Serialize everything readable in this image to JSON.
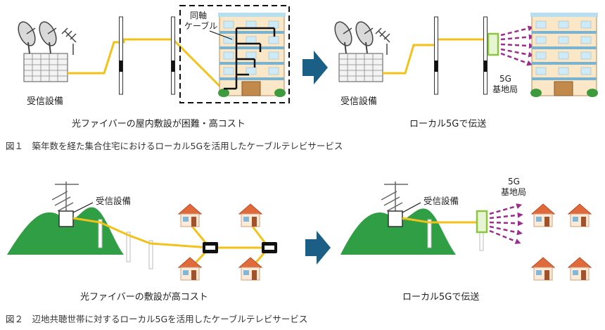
{
  "figure1": {
    "left": {
      "receiver_label": "受信設備",
      "coax_label_line1": "同軸",
      "coax_label_line2": "ケーブル",
      "caption": "光ファイバーの屋内敷設が困難・高コスト"
    },
    "right": {
      "receiver_label": "受信設備",
      "base_station_line1": "5G",
      "base_station_line2": "基地局",
      "caption": "ローカル5Gで伝送"
    },
    "figure_caption": "図１　築年数を経た集合住宅におけるローカル5Gを活用したケーブルテレビサービス"
  },
  "figure2": {
    "left": {
      "receiver_label": "受信設備",
      "caption": "光ファイバーの敷設が高コスト"
    },
    "right": {
      "receiver_label": "受信設備",
      "base_station_line1": "5G",
      "base_station_line2": "基地局",
      "caption": "ローカル5Gで伝送"
    },
    "figure_caption": "図２　辺地共聴世帯に対するローカル5Gを活用したケーブルテレビサービス"
  },
  "colors": {
    "fiber": "#f2c21b",
    "arrow": "#1b5f86",
    "signal": "#9b2d8e",
    "base_station": "#8cc63f",
    "hill": "#2f9e44",
    "roof": "#e06a3b"
  }
}
